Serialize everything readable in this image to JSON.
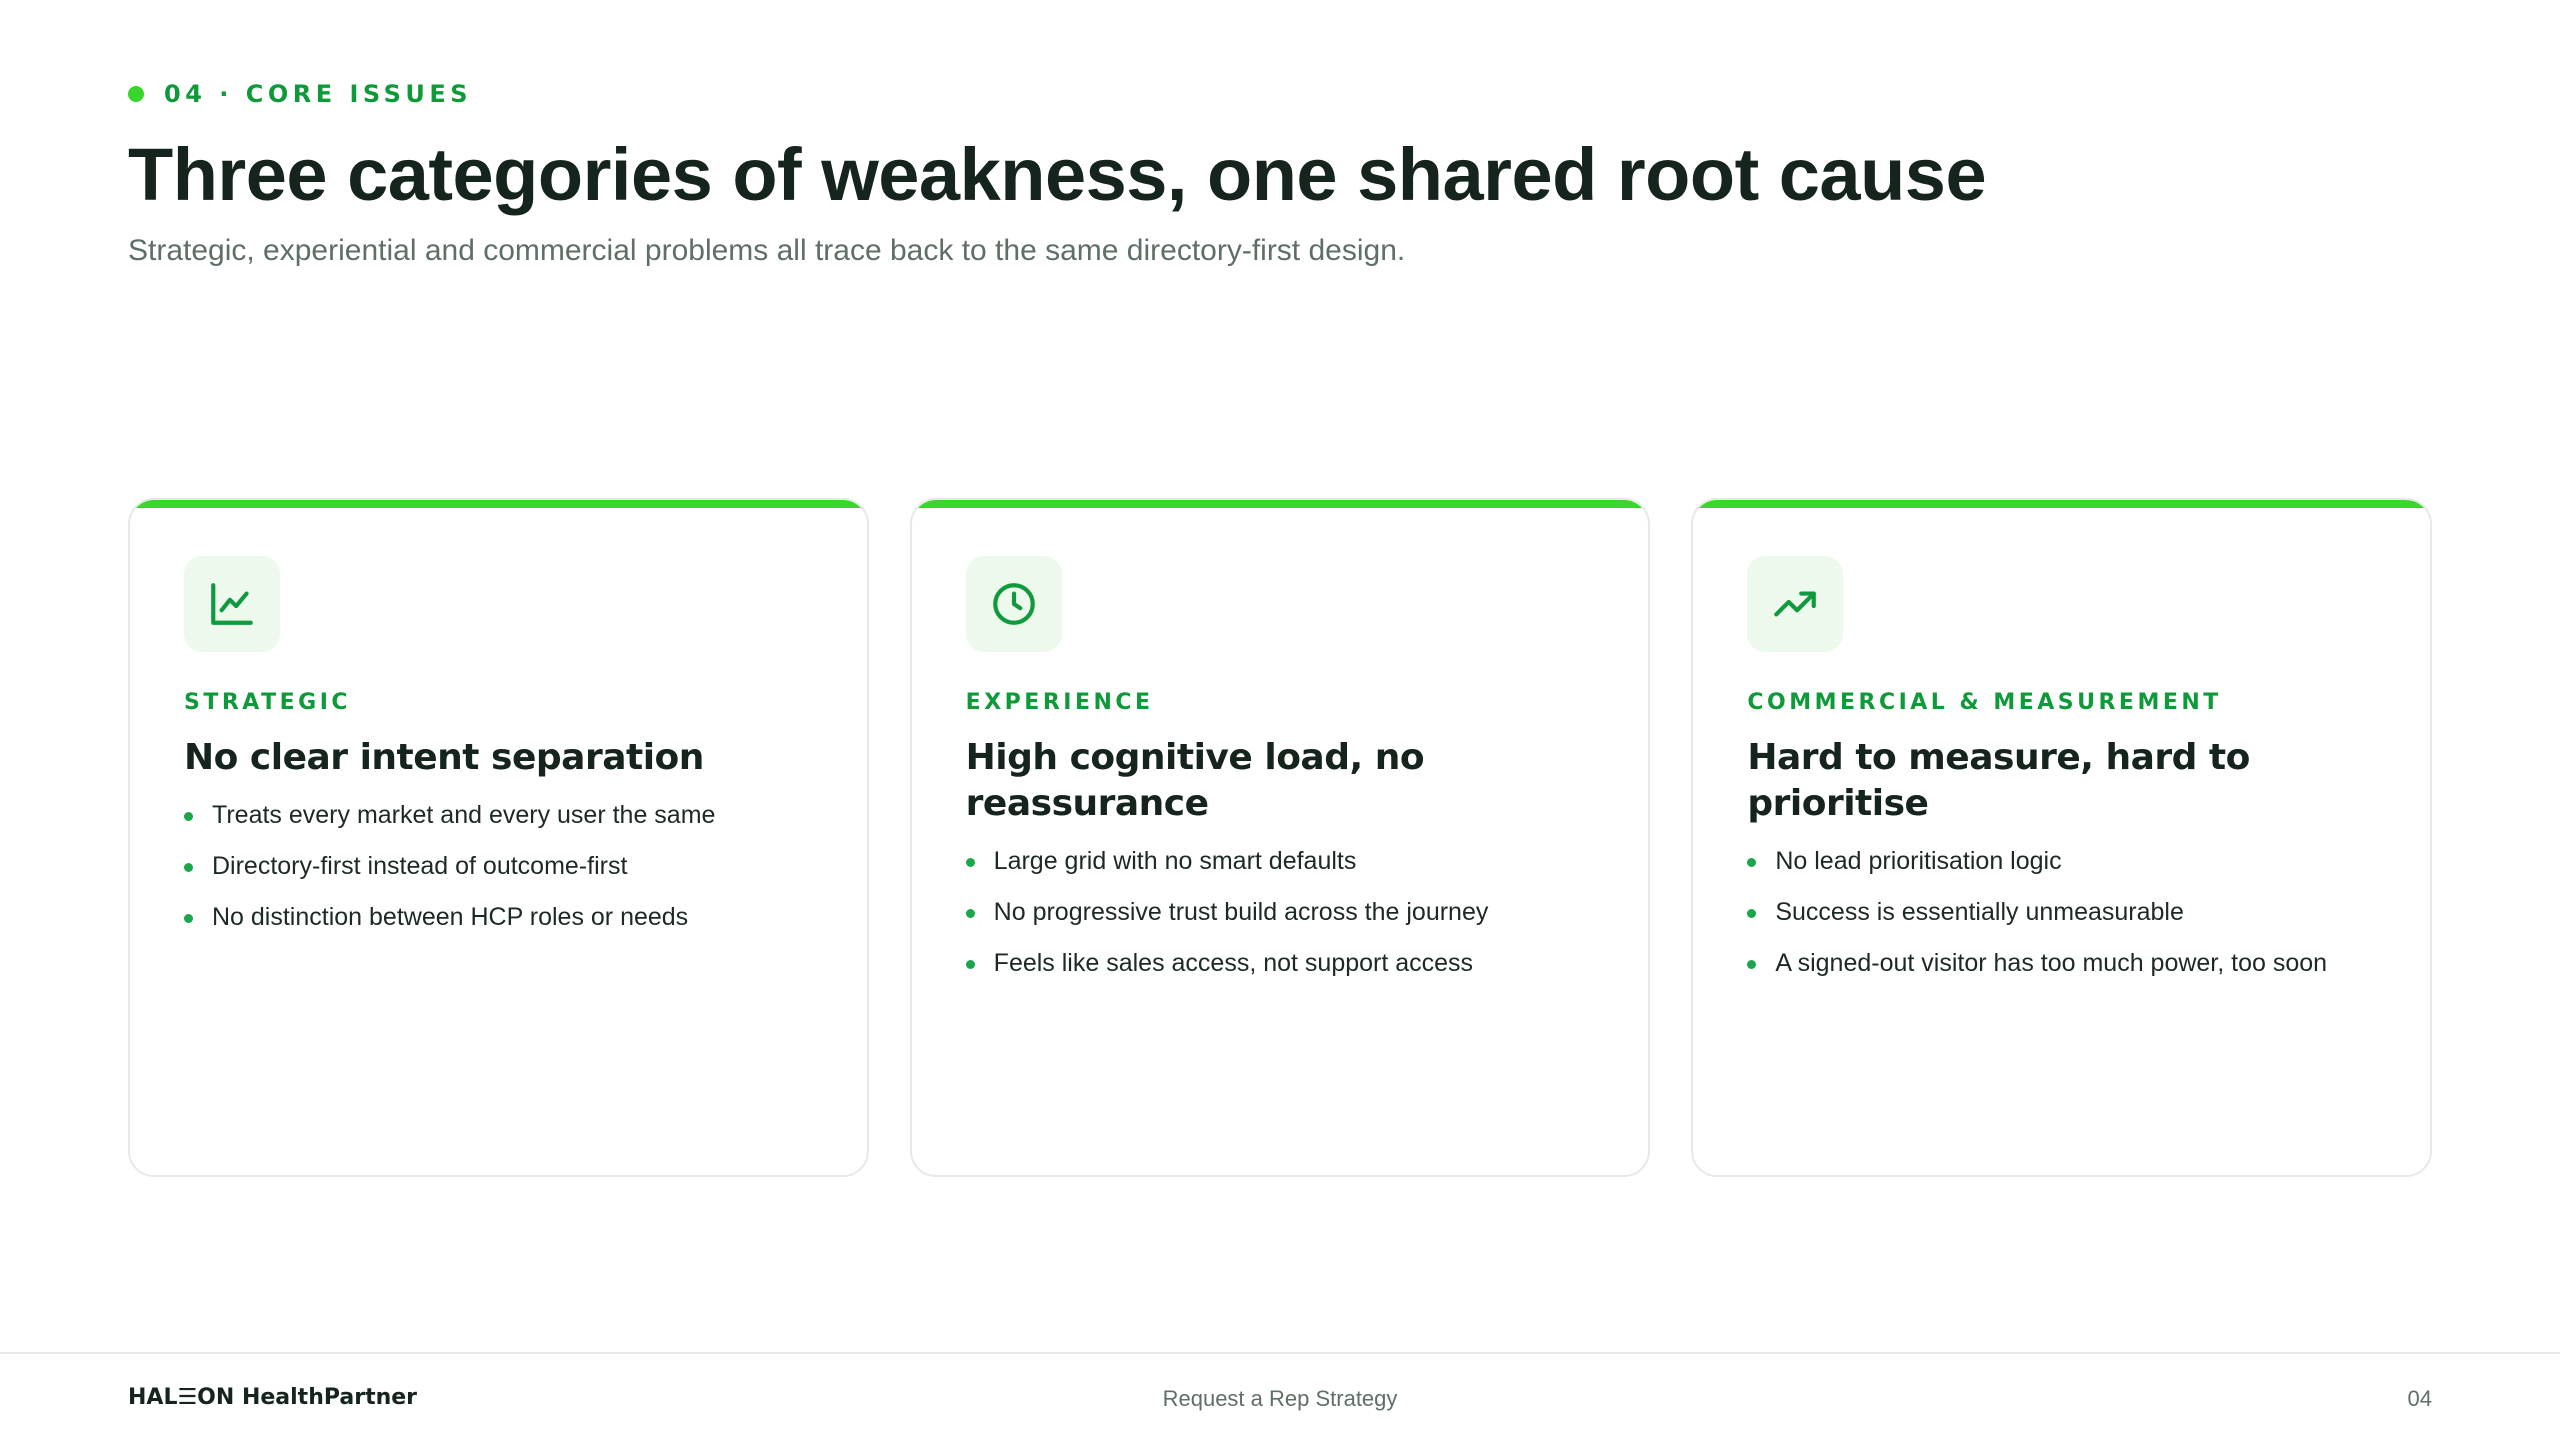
{
  "header": {
    "eyebrow": "04 · CORE ISSUES",
    "title": "Three categories of weakness, one shared root cause",
    "subtitle": "Strategic, experiential and commercial problems all trace back to the same directory-first design."
  },
  "cards": [
    {
      "icon": "line-chart-icon",
      "category": "STRATEGIC",
      "title": "No clear intent separation",
      "bullets": [
        "Treats every market and every user the same",
        "Directory-first instead of outcome-first",
        "No distinction between HCP roles or needs"
      ]
    },
    {
      "icon": "clock-icon",
      "category": "EXPERIENCE",
      "title": "High cognitive load, no reassurance",
      "bullets": [
        "Large grid with no smart defaults",
        "No progressive trust build across the journey",
        "Feels like sales access, not support access"
      ]
    },
    {
      "icon": "trending-up-icon",
      "category": "COMMERCIAL & MEASUREMENT",
      "title": "Hard to measure, hard to prioritise",
      "bullets": [
        "No lead prioritisation logic",
        "Success is essentially unmeasurable",
        "A signed-out visitor has too much power, too soon"
      ]
    }
  ],
  "footer": {
    "brand": "HAL☰ON HealthPartner",
    "center": "Request a Rep Strategy",
    "page": "04"
  },
  "colors": {
    "accent": "#3ad72b",
    "brand_green": "#0f9a3a",
    "text_dark": "#15241c",
    "text_muted": "#5f6f66"
  }
}
